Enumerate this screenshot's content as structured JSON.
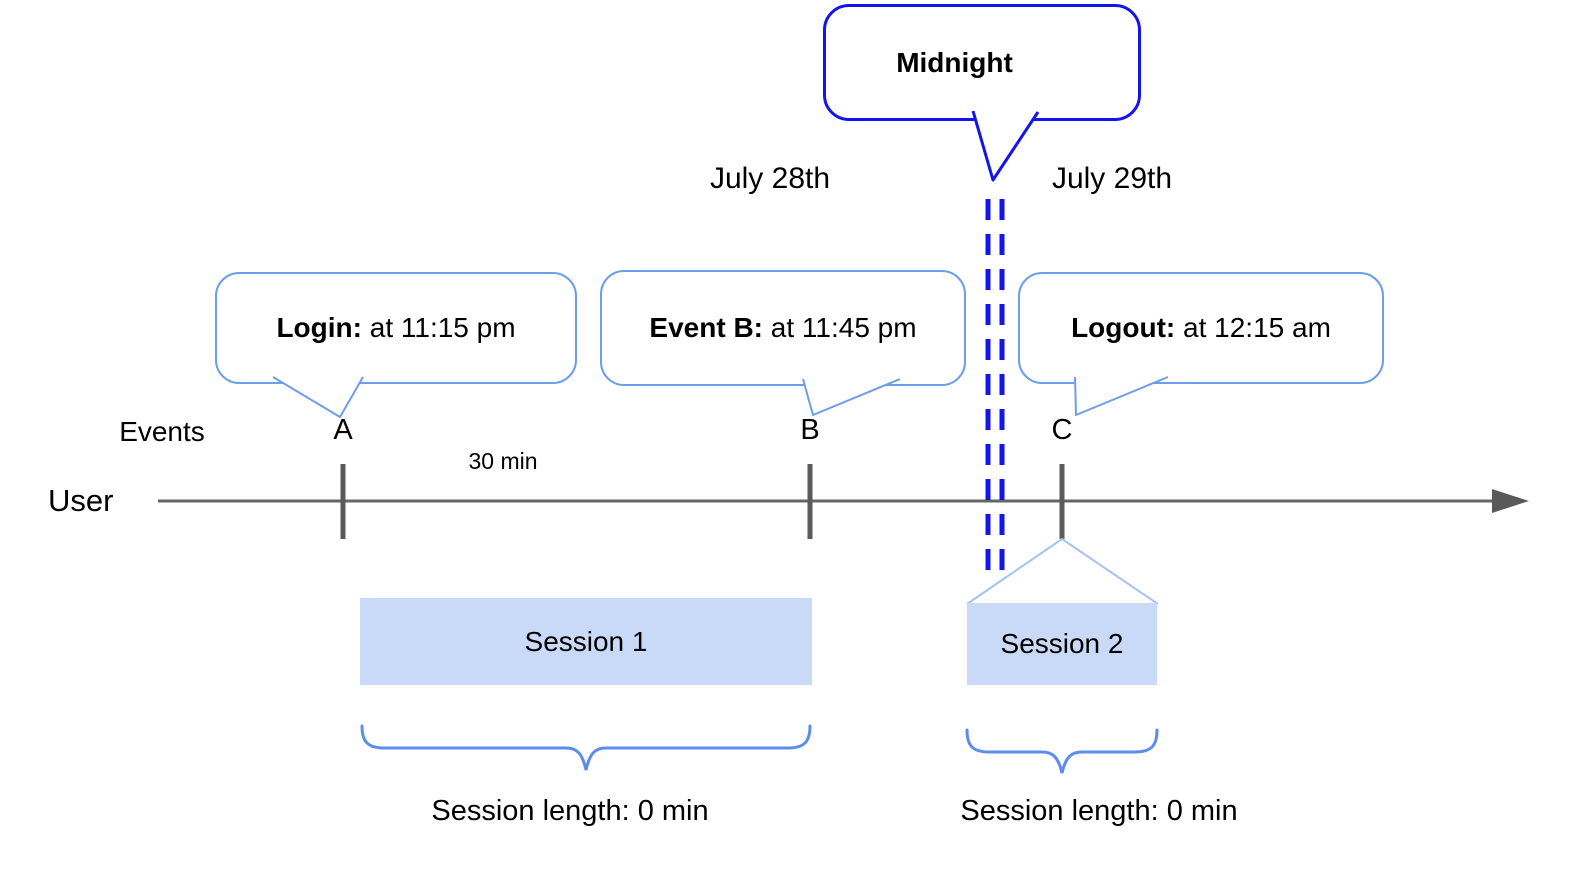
{
  "callouts": {
    "midnight": {
      "label": "Midnight"
    },
    "login": {
      "bold": "Login:",
      "rest": " at 11:15 pm"
    },
    "event_b": {
      "bold": "Event B:",
      "rest": " at 11:45 pm"
    },
    "logout": {
      "bold": "Logout:",
      "rest": " at 12:15 am"
    }
  },
  "dates": {
    "left": "July 28th",
    "right": "July 29th"
  },
  "timeline": {
    "events_label": "Events",
    "row_label": "User",
    "interval_label": "30 min",
    "event_markers": [
      "A",
      "B",
      "C"
    ]
  },
  "sessions": [
    {
      "label": "Session 1",
      "length_label": "Session length: 0 min"
    },
    {
      "label": "Session 2",
      "length_label": "Session length: 0 min"
    }
  ],
  "colors": {
    "callout_border": "#6d9eeb",
    "midnight_border": "#1414ee",
    "dashed_line": "#1414ee",
    "session_fill": "#c9daf8",
    "roof_line": "#a4c2f4",
    "brace": "#5b8def",
    "timeline_color": "#666666",
    "tick_color": "#5a5a5a",
    "text_color": "#000000"
  }
}
